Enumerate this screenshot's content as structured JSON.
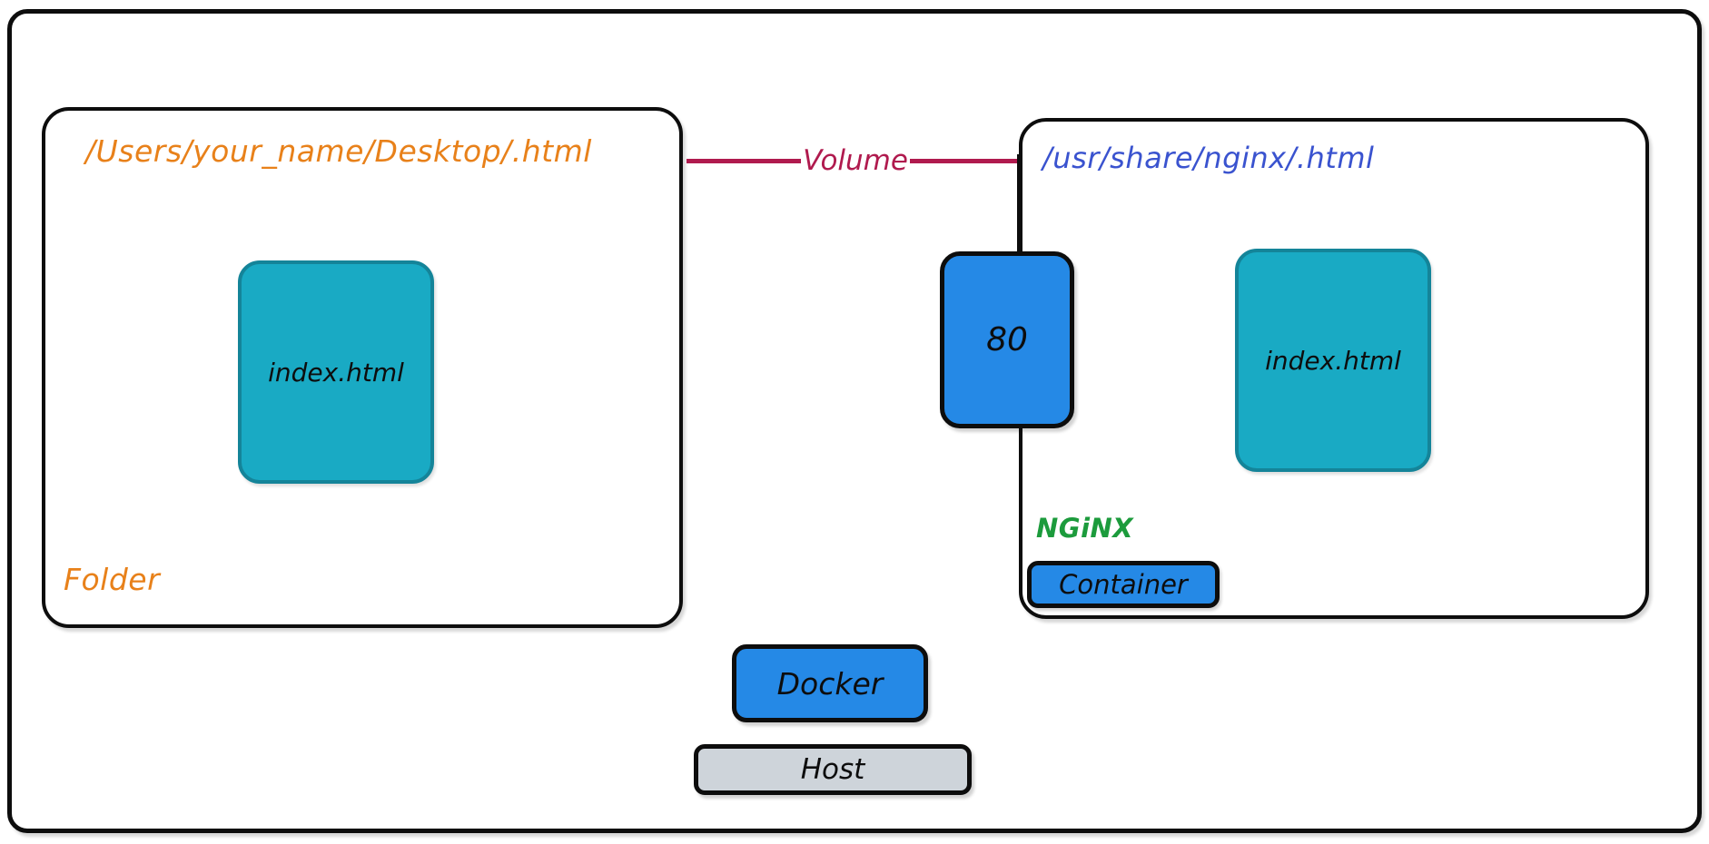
{
  "diagram": {
    "title": "Docker bind-mount volume diagram",
    "host": {
      "frame_name": "host-boundary",
      "docker_label": "Docker",
      "host_label": "Host"
    },
    "folder": {
      "path_label": "/Users/your_name/Desktop/.html",
      "type_label": "Folder",
      "file_label": "index.html"
    },
    "container": {
      "path_label": "/usr/share/nginx/.html",
      "service_label": "NGiNX",
      "type_label": "Container",
      "file_label": "index.html",
      "port_label": "80"
    },
    "connection": {
      "label": "Volume"
    },
    "colors": {
      "folder_path": "#e8811a",
      "container_path": "#3a53cf",
      "volume": "#b01a4e",
      "nginx": "#1c9b3c",
      "docker_blue": "#2589e6",
      "file_teal": "#19aac4",
      "file_teal_border": "#148499",
      "host_gray": "#ced4da",
      "stroke": "#0d0d0d"
    }
  }
}
